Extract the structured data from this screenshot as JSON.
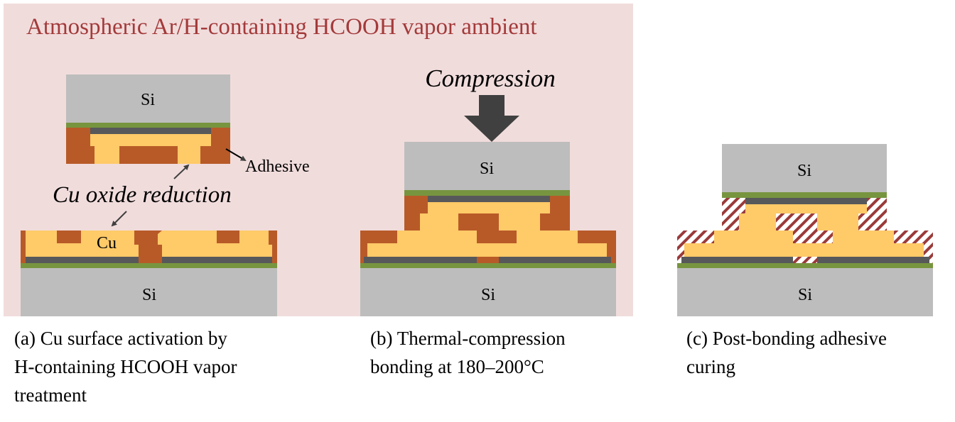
{
  "ambient_label": "Atmospheric Ar/H-containing HCOOH vapor ambient",
  "panel_a": {
    "top_chip_label": "Si",
    "bottom_chip_label": "Si",
    "cu_label": "Cu",
    "adhesive_label": "Adhesive",
    "reduction_label": "Cu oxide reduction",
    "caption_line1": "(a) Cu surface activation by",
    "caption_line2": "H-containing HCOOH vapor",
    "caption_line3": "treatment"
  },
  "panel_b": {
    "top_chip_label": "Si",
    "bottom_chip_label": "Si",
    "compression_label": "Compression",
    "caption_line1": "(b) Thermal-compression",
    "caption_line2": "bonding at 180–200°C"
  },
  "panel_c": {
    "top_chip_label": "Si",
    "bottom_chip_label": "Si",
    "caption_line1": "(c) Post-bonding adhesive",
    "caption_line2": "curing"
  },
  "colors": {
    "ambient_background": "#f1dcdc",
    "ambient_text": "#a33a3a",
    "silicon": "#bdbdbd",
    "copper": "#ffca68",
    "adhesive": "#b85a28",
    "cured_adhesive_hatch": "#9b3a3a",
    "liner": "#57585a",
    "green_layer": "#77953f",
    "arrow": "#404040"
  }
}
